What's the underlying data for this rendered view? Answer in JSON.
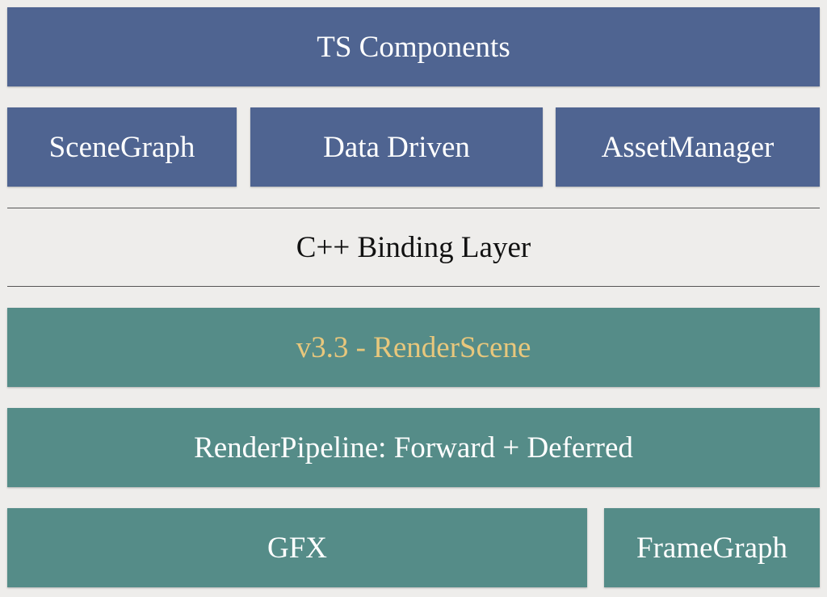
{
  "layers": {
    "ts_components": "TS Components",
    "scene_graph": "SceneGraph",
    "data_driven": "Data Driven",
    "asset_manager": "AssetManager",
    "binding_layer": "C++ Binding Layer",
    "render_scene": "v3.3 - RenderScene",
    "render_pipeline": "RenderPipeline: Forward + Deferred",
    "gfx": "GFX",
    "frame_graph": "FrameGraph"
  },
  "colors": {
    "script_layer": "#4f6491",
    "native_layer": "#558c88",
    "highlight_text": "#e8c77c",
    "background": "#eeedeb"
  }
}
